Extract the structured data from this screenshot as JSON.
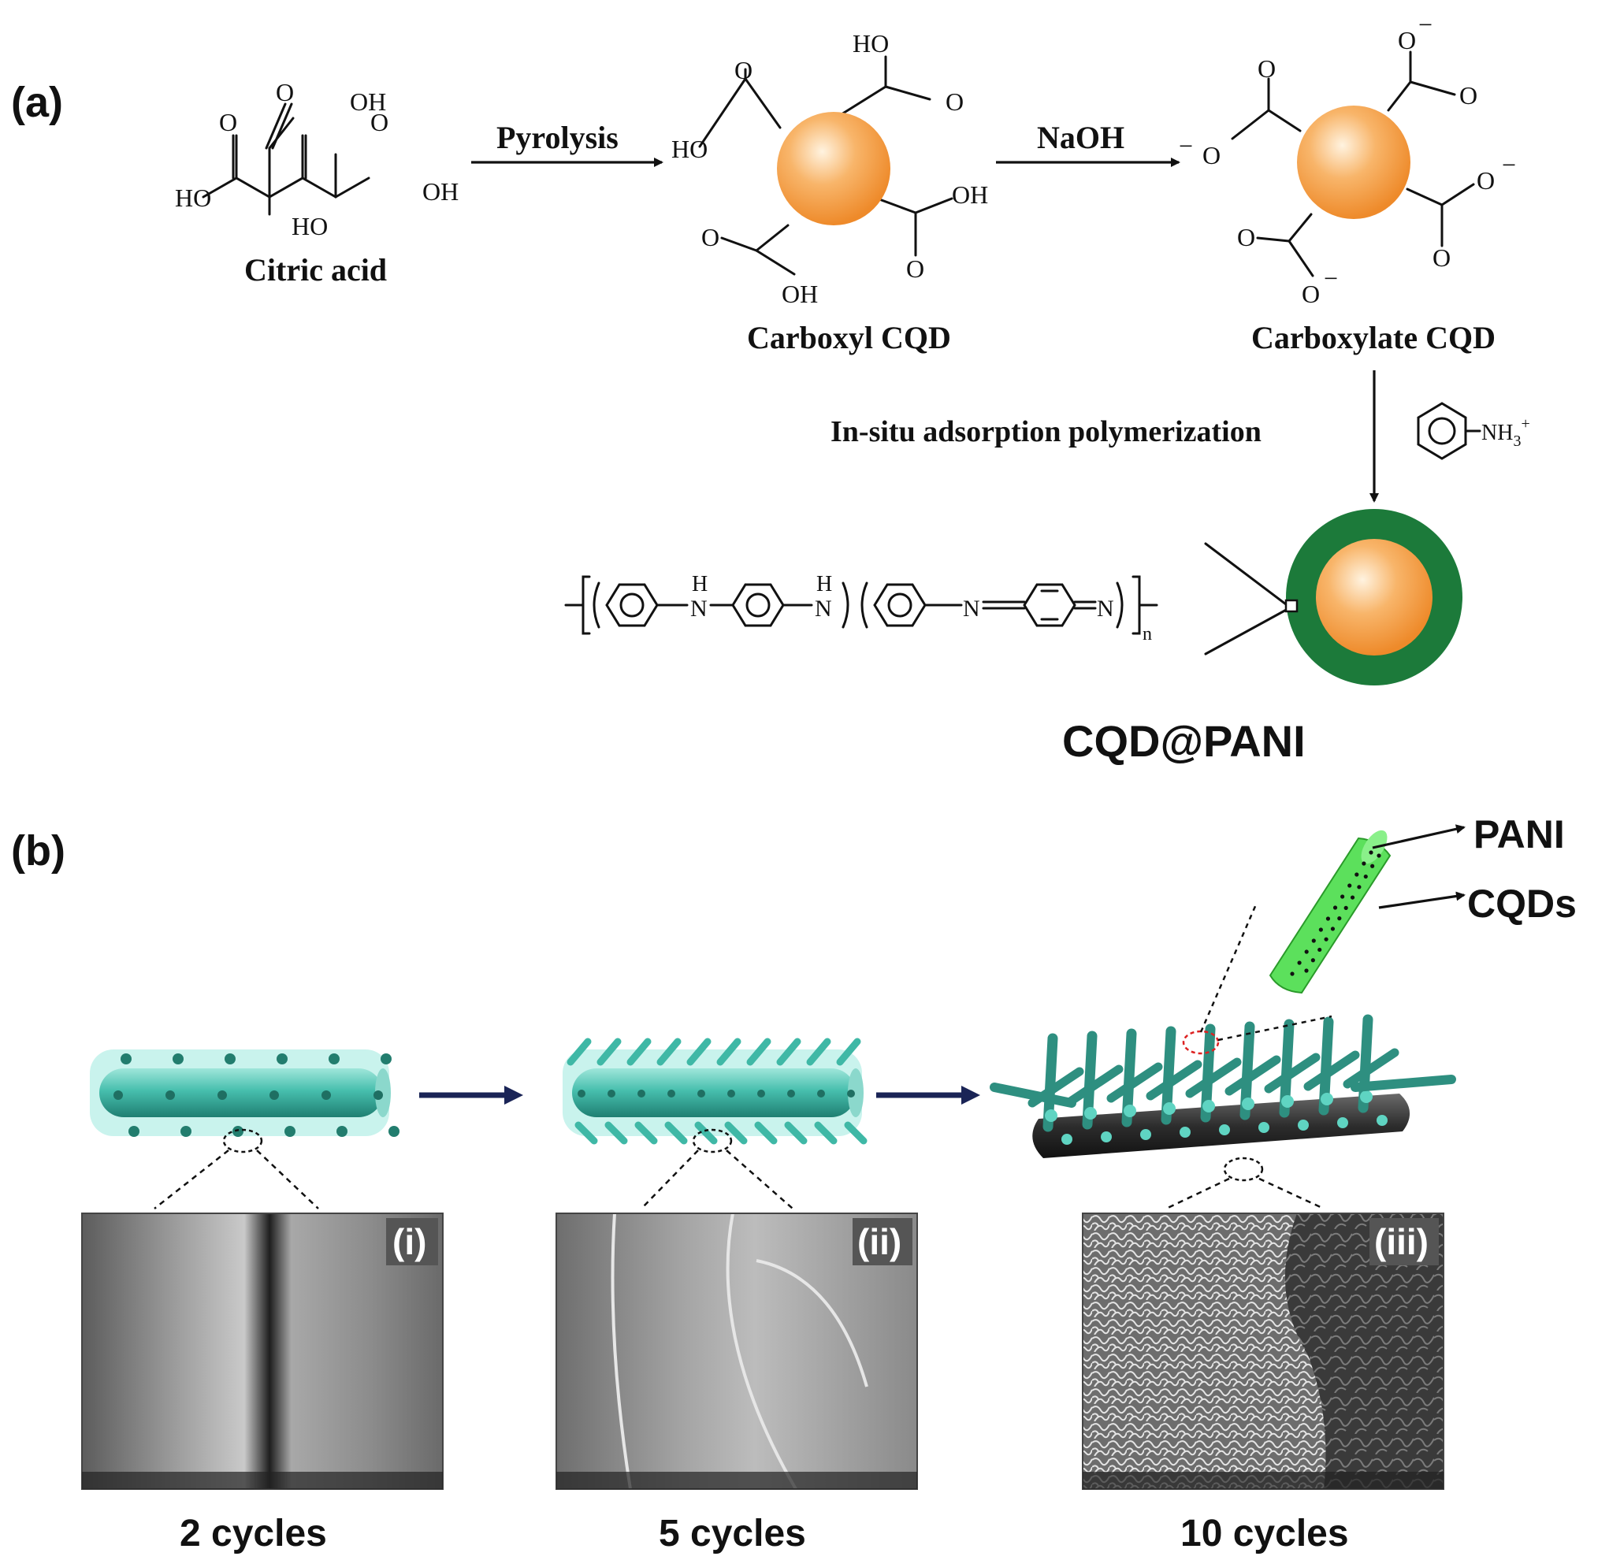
{
  "panels": {
    "a_label": "(a)",
    "b_label": "(b)"
  },
  "scheme": {
    "citric_acid": {
      "name": "Citric acid",
      "groups": {
        "oh_top": "OH",
        "oh_right": "OH",
        "ho_left": "HO",
        "ho_bottom": "HO",
        "o_left": "O",
        "o_mid": "O",
        "o_right": "O"
      }
    },
    "pyrolysis_label": "Pyrolysis",
    "carboxyl_cqd": {
      "name": "Carboxyl CQD",
      "groups": {
        "ho_top": "HO",
        "o_top_right": "O",
        "o_top_left": "O",
        "ho_left": "HO",
        "oh_right": "OH",
        "o_bottom_right": "O",
        "o_bottom_left": "O",
        "oh_bottom": "OH"
      }
    },
    "naoh_label": "NaOH",
    "carboxylate_cqd": {
      "name": "Carboxylate  CQD",
      "groups": {
        "o_top": "O",
        "o_top_right": "O",
        "o_top_left": "O",
        "o_left": "O",
        "o_right": "O",
        "o_bottom_right": "O",
        "o_bottom_left": "O",
        "o_bottom": "O"
      },
      "charge": "−"
    },
    "polymerization_label": "In-situ adsorption polymerization",
    "anilinium_label": "NH",
    "anilinium_sub": "3",
    "anilinium_sup": "+",
    "pani_chain": {
      "n1": "N",
      "n2": "N",
      "h1": "H",
      "h2": "H",
      "n3": "N",
      "n4": "N",
      "subscript": "n"
    },
    "product_label": "CQD@PANI"
  },
  "fibers": {
    "callout_pani": "PANI",
    "callout_cqds": "CQDs",
    "stages": [
      {
        "tag": "(i)",
        "caption": "2 cycles"
      },
      {
        "tag": "(ii)",
        "caption": "5 cycles"
      },
      {
        "tag": "(iii)",
        "caption": "10 cycles"
      }
    ]
  },
  "colors": {
    "cqd_orange": "#f59a3c",
    "pani_green": "#1c7a3a",
    "fiber_teal": "#3fb8a6",
    "arrow_navy": "#1a2456",
    "sem_gray": "#8a8a8a"
  }
}
